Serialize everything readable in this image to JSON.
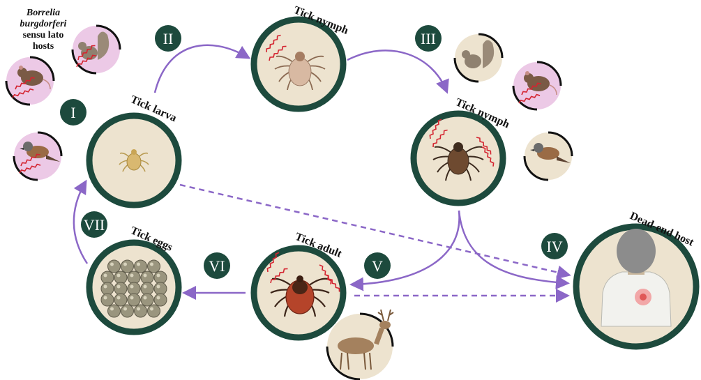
{
  "hosts_title": {
    "line1": "Borrelia",
    "line2": "burgdorferi",
    "line3": "sensu lato",
    "line4": "hosts"
  },
  "stages": {
    "larva": "Tick larva",
    "nymph_top": "Tick nymph",
    "nymph_right": "Tick nymph",
    "adult": "Tick adult",
    "eggs": "Tick eggs",
    "deadend": "Dead-end host"
  },
  "steps": [
    "I",
    "II",
    "III",
    "IV",
    "V",
    "VI",
    "VII"
  ],
  "icons": {
    "larva": "tick-larva-icon",
    "nymph": "tick-nymph-icon",
    "adult": "tick-adult-icon",
    "eggs": "tick-eggs-icon",
    "human": "human-back-icon",
    "mouse": "mouse-icon",
    "squirrel": "squirrel-icon",
    "bird": "sparrow-icon",
    "deer": "deer-icon",
    "bacteria": "spirochete-icon"
  },
  "colors": {
    "ring": "#1d4a3d",
    "stage_fill": "#ede3cf",
    "host_infected": "#ecc9e6",
    "host_uninfected": "#ede3cf",
    "arrow": "#8b67c7",
    "badge": "#1d4a3d"
  }
}
